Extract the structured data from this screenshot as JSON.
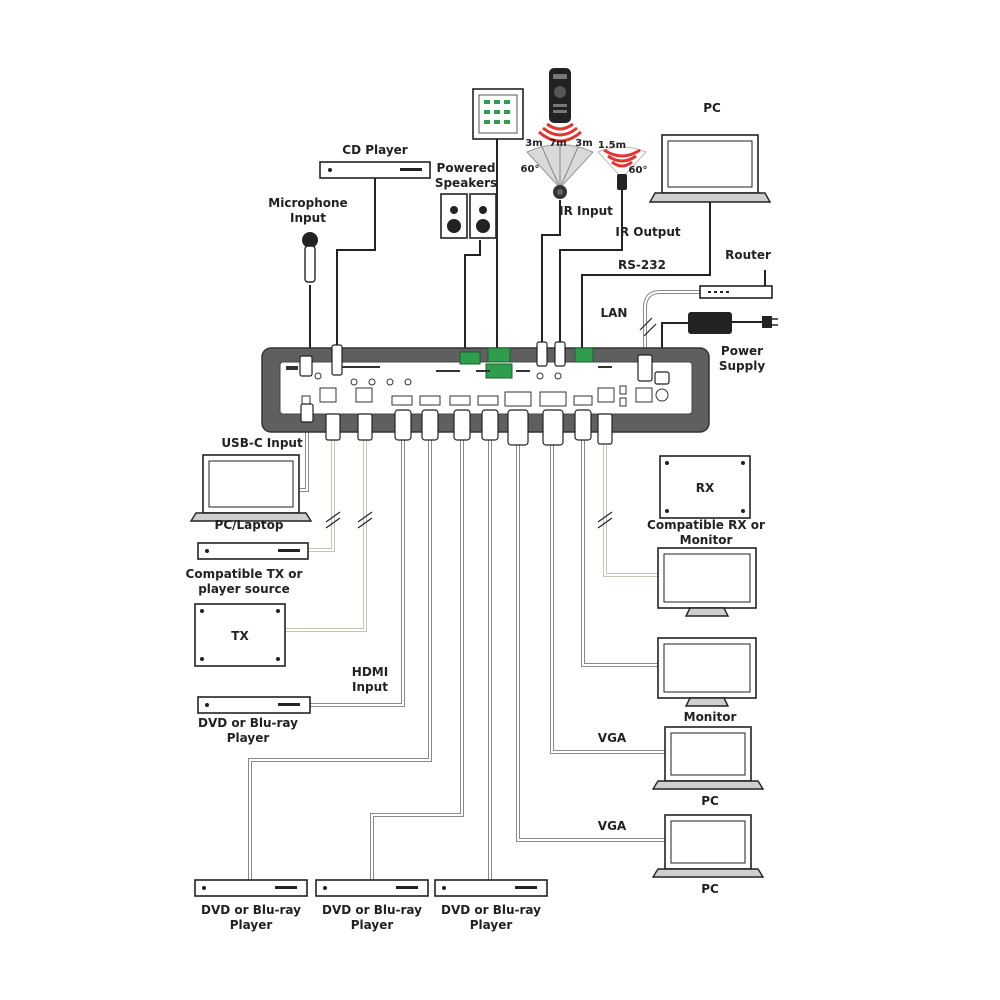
{
  "labels": {
    "cd_player": "CD Player",
    "powered_speakers_1": "Powered",
    "powered_speakers_2": "Speakers",
    "microphone_1": "Microphone",
    "microphone_2": "Input",
    "pc_top": "PC",
    "ir_input": "IR Input",
    "ir_output": "IR Output",
    "rs232": "RS-232",
    "router": "Router",
    "lan": "LAN",
    "power_supply_1": "Power",
    "power_supply_2": "Supply",
    "usbc_input": "USB-C Input",
    "pc_laptop": "PC/Laptop",
    "compatible_tx_1": "Compatible TX or",
    "compatible_tx_2": "player source",
    "tx_box": "TX",
    "rx_box": "RX",
    "compatible_rx_1": "Compatible RX or",
    "compatible_rx_2": "Monitor",
    "hdmi_input_1": "HDMI",
    "hdmi_input_2": "Input",
    "dvd_left_1": "DVD or Blu-ray",
    "dvd_left_2": "Player",
    "monitor": "Monitor",
    "vga_1": "VGA",
    "vga_2": "VGA",
    "pc_right_1": "PC",
    "pc_right_2": "PC",
    "dvd_b1_1": "DVD or Blu-ray",
    "dvd_b1_2": "Player",
    "dvd_b2_1": "DVD or Blu-ray",
    "dvd_b2_2": "Player",
    "dvd_b3_1": "DVD or Blu-ray",
    "dvd_b3_2": "Player"
  },
  "ir_ranges": {
    "left": "3m",
    "center": "7m",
    "right": "3m",
    "angle_left": "60°",
    "out_range": "1.5m",
    "out_angle": "60°"
  }
}
